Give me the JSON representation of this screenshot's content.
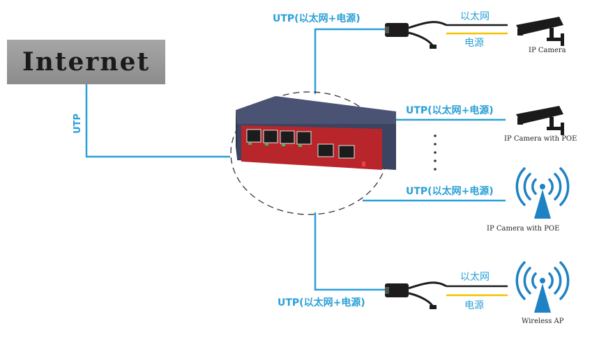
{
  "internet": {
    "label": "Internet"
  },
  "uplink": {
    "label": "UTP"
  },
  "links": [
    {
      "label": "UTP(以太网+电源)"
    },
    {
      "label": "UTP(以太网+电源)"
    },
    {
      "label": "UTP(以太网+电源)"
    },
    {
      "label": "UTP(以太网+电源)"
    }
  ],
  "splitters": [
    {
      "ethernet_label": "以太网",
      "power_label": "电源"
    },
    {
      "ethernet_label": "以太网",
      "power_label": "电源"
    }
  ],
  "devices": [
    {
      "label": "IP Camera",
      "icon": "cctv-camera-icon"
    },
    {
      "label": "IP Camera with POE",
      "icon": "cctv-camera-icon"
    },
    {
      "label": "IP Camera with POE",
      "icon": "wireless-antenna-icon"
    },
    {
      "label": "Wireless AP",
      "icon": "wireless-antenna-icon"
    }
  ],
  "colors": {
    "cable": "#2a9fd8",
    "ethernet_line": "#1a1a1a",
    "power_line": "#f2c300",
    "switch_body": "#3b4460",
    "switch_panel": "#b8262c",
    "port_led": "#3fbf4a"
  }
}
